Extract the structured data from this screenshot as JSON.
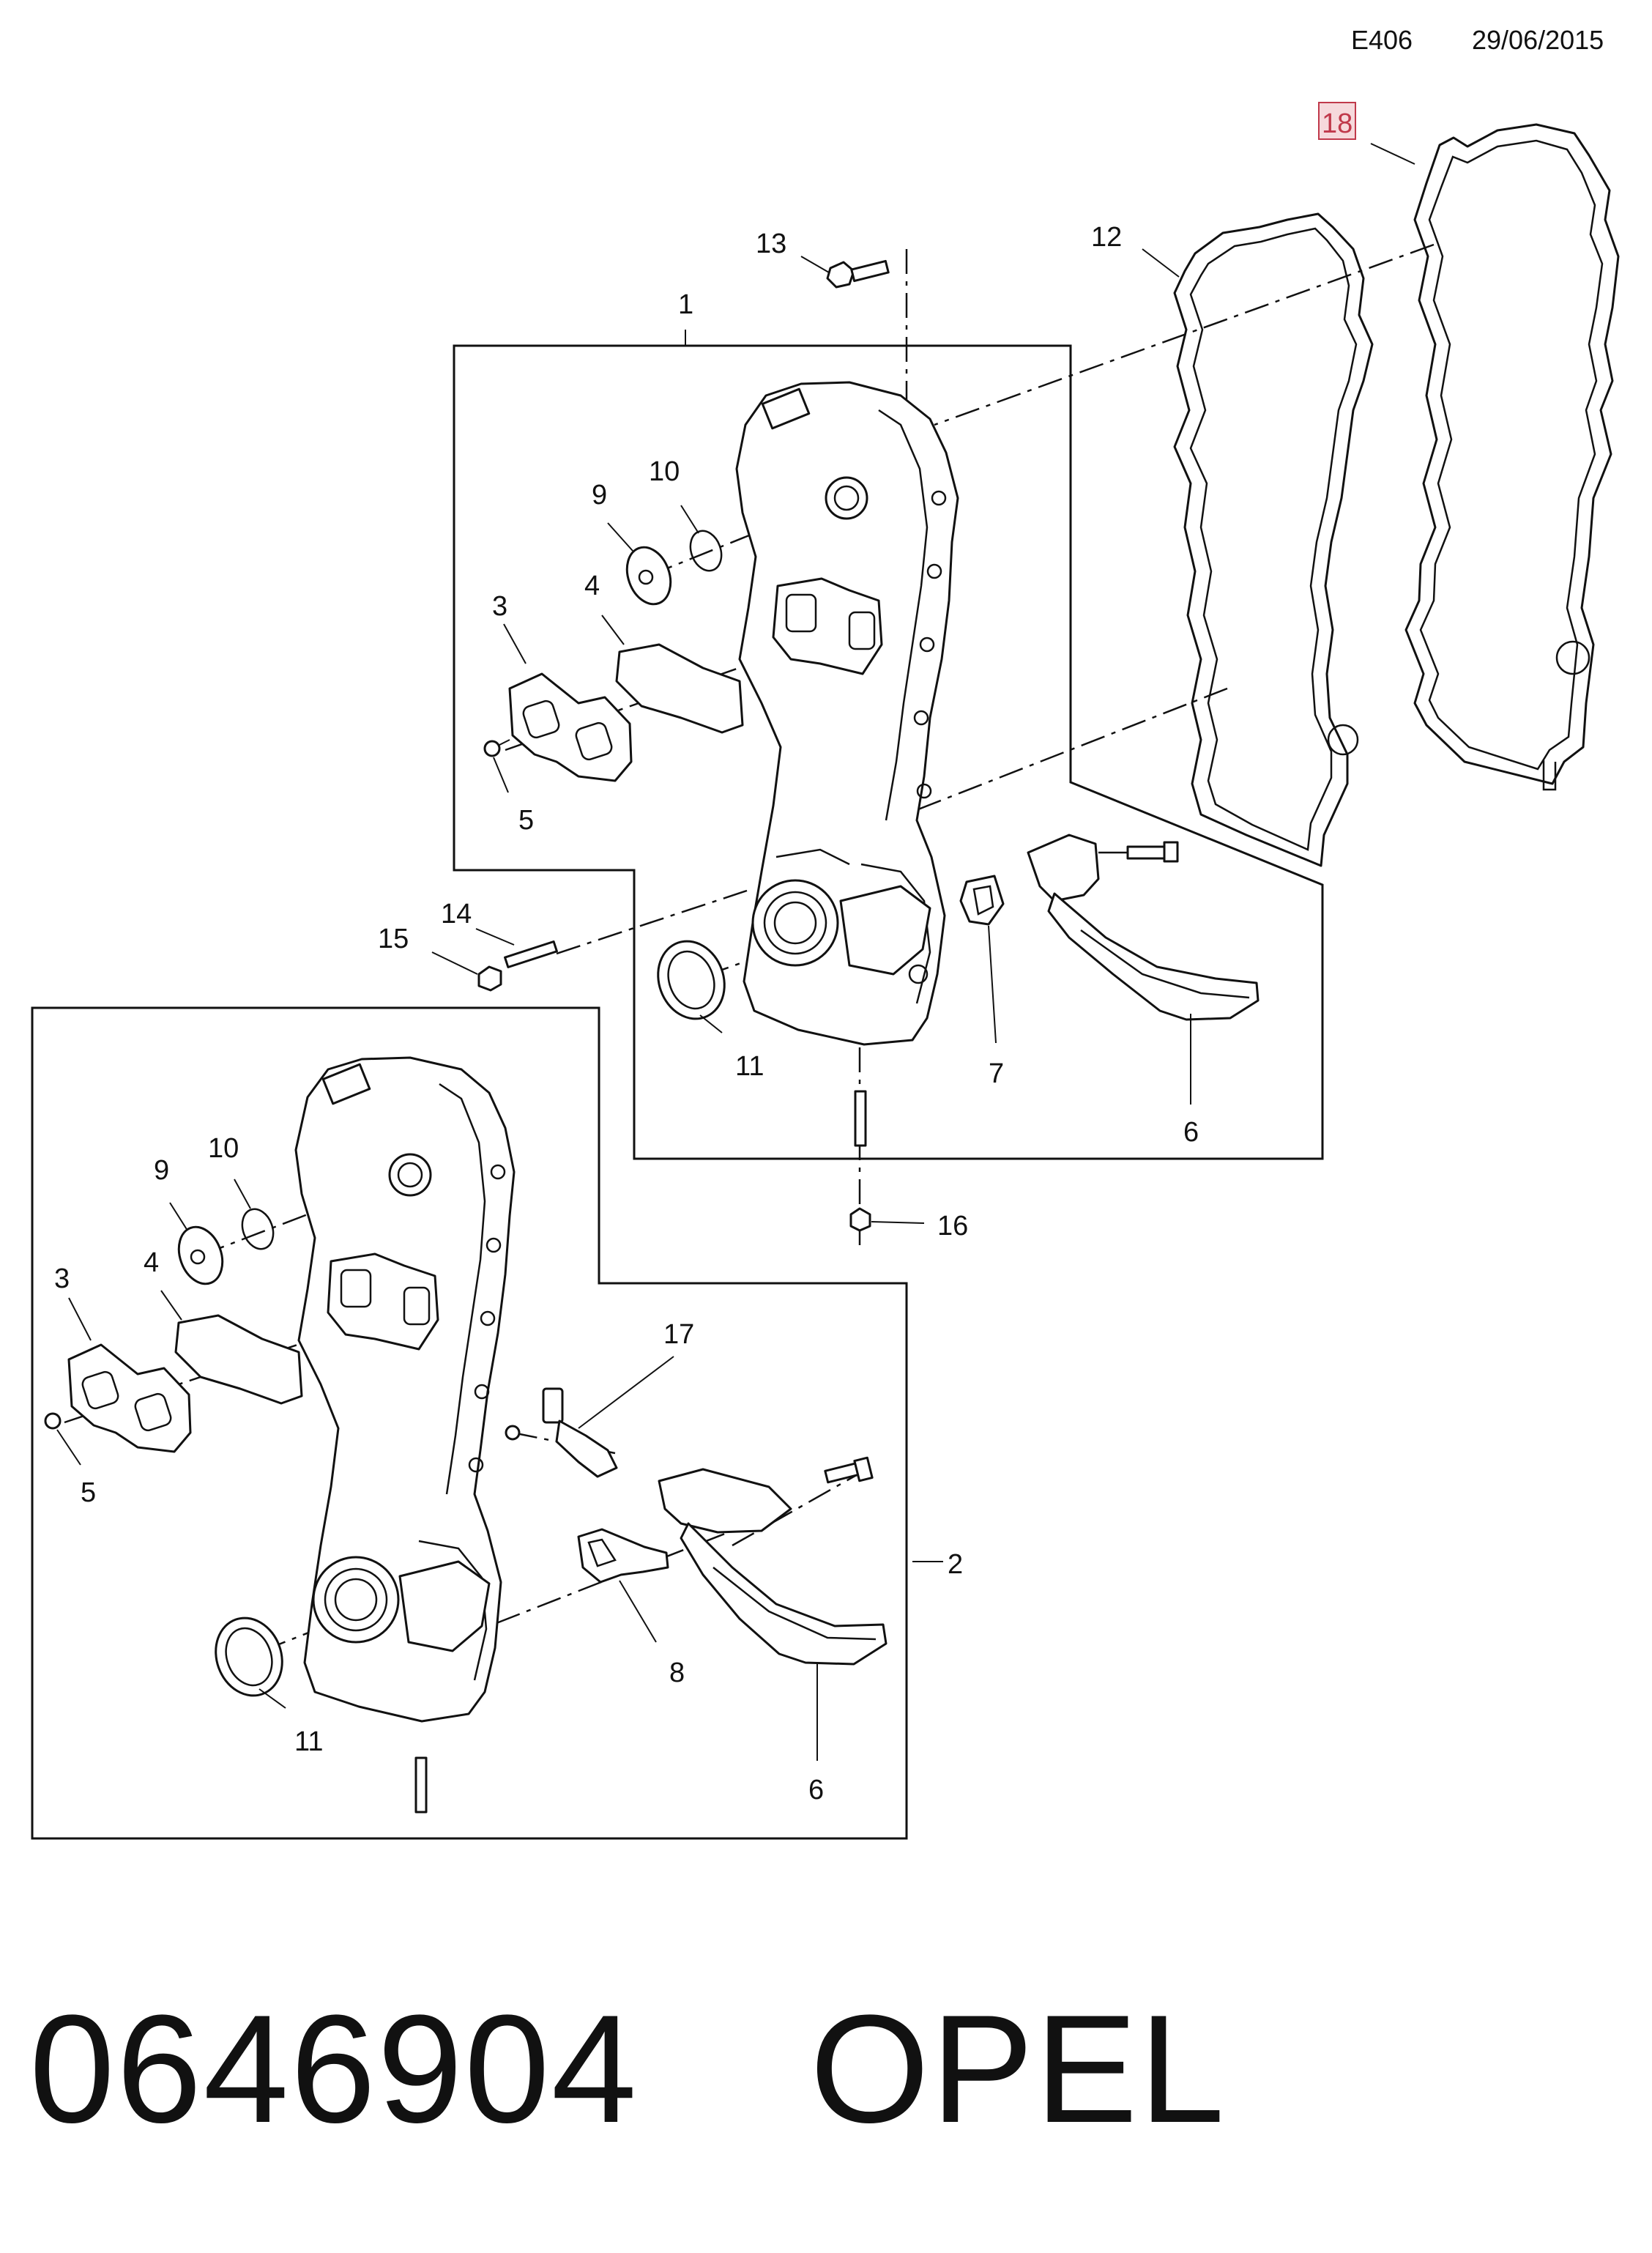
{
  "header": {
    "code": "E406",
    "date": "29/06/2015"
  },
  "footer": {
    "part_number": "0646904",
    "brand": "OPEL"
  },
  "callouts": {
    "c18": "18",
    "c13": "13",
    "c12": "12",
    "c1": "1",
    "c10a": "10",
    "c9a": "9",
    "c3a": "3",
    "c4a": "4",
    "c5a": "5",
    "c14": "14",
    "c15": "15",
    "c11a": "11",
    "c7": "7",
    "c6a": "6",
    "c16": "16",
    "c10b": "10",
    "c9b": "9",
    "c3b": "3",
    "c4b": "4",
    "c5b": "5",
    "c17": "17",
    "c2": "2",
    "c8": "8",
    "c11b": "11",
    "c6b": "6"
  },
  "highlighted_callout": "18",
  "colors": {
    "line": "#111111",
    "highlight_border": "#c0394b",
    "highlight_fill": "#f6d9dc"
  }
}
